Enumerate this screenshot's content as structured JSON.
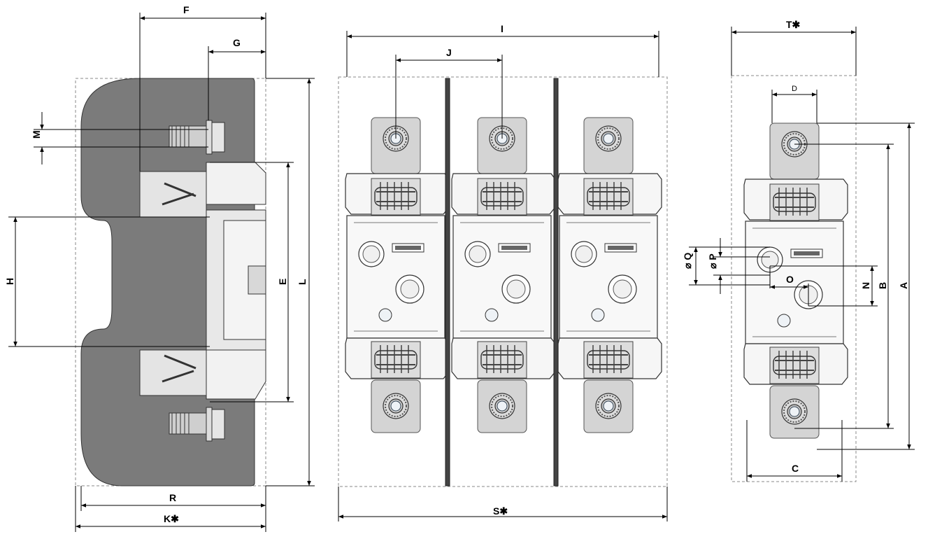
{
  "labels": {
    "F": "F",
    "G": "G",
    "M": "M",
    "H": "H",
    "E": "E",
    "L": "L",
    "R": "R",
    "K": "K✱",
    "I": "I",
    "J": "J",
    "S": "S✱",
    "T": "T✱",
    "D": "D",
    "Q": "⌀ Q",
    "P": "⌀ P",
    "O": "O",
    "N": "N",
    "B": "B",
    "A": "A",
    "C": "C"
  },
  "colors": {
    "base_fill": "#7b7b7b",
    "line": "#000000",
    "dashed": "#888888",
    "metal": "#d8d8d8",
    "housing": "#f4f4f4"
  }
}
